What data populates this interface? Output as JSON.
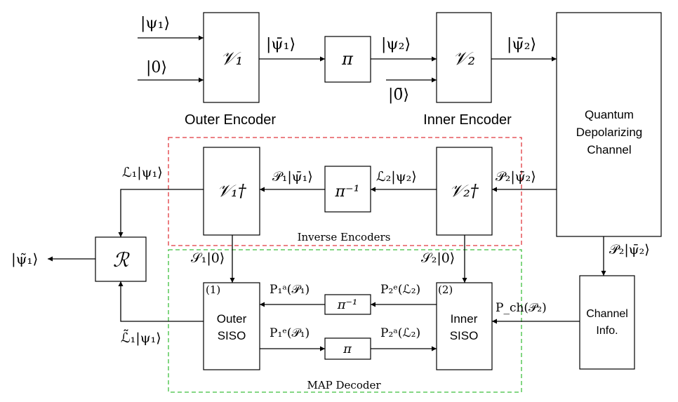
{
  "colors": {
    "inverse_encoders_border": "#e0383e",
    "map_decoder_border": "#3fbf3f",
    "line": "#000000"
  },
  "inputs": {
    "psi1": "|ψ₁⟩",
    "zero": "|0⟩"
  },
  "outer_encoder": {
    "symbol": "𝒱₁",
    "caption": "Outer Encoder"
  },
  "signals": {
    "psi1_bar": "|ψ̄₁⟩",
    "psi2": "|ψ₂⟩",
    "zero_bar": "|0̄⟩",
    "psi2_bar": "|ψ̄₂⟩",
    "P2_psi2_bar_in": "𝒫₂|ψ̄₂⟩",
    "P2_psi2_bar_down": "𝒫₂|ψ̄₂⟩",
    "L2_psi2": "ℒ₂|ψ₂⟩",
    "P1_psi1_bar": "𝒫₁|ψ̄₁⟩",
    "L1_psi1": "ℒ₁|ψ₁⟩",
    "output": "|ψ̃₁⟩",
    "S1_zero": "𝒮₁|0⟩",
    "S2_zero": "𝒮₂|0⟩",
    "L1_tilde_psi1": "ℒ̃₁|ψ₁⟩"
  },
  "interleaver": {
    "symbol": "π"
  },
  "deinterleaver": {
    "symbol": "π⁻¹"
  },
  "inner_encoder": {
    "symbol": "𝒱₂",
    "caption": "Inner Encoder"
  },
  "channel": {
    "lines": [
      "Quantum",
      "Depolarizing",
      "Channel"
    ]
  },
  "inverse_encoders": {
    "caption": "Inverse Encoders",
    "v1_dagger": "𝒱₁†",
    "v2_dagger": "𝒱₂†",
    "pi_inverse": "π⁻¹"
  },
  "recovery": {
    "symbol": "ℛ"
  },
  "map_decoder": {
    "caption": "MAP Decoder",
    "outer_siso": {
      "index": "(1)",
      "lines": [
        "Outer",
        "SISO"
      ]
    },
    "inner_siso": {
      "index": "(2)",
      "lines": [
        "Inner",
        "SISO"
      ]
    },
    "P1a": "P₁ᵃ(𝒫₁)",
    "P2e": "P₂ᵉ(ℒ₂)",
    "P1e": "P₁ᵉ(𝒫₁)",
    "P2a": "P₂ᵃ(ℒ₂)",
    "Pch": "P_ch(𝒫₂)"
  },
  "channel_info": {
    "lines": [
      "Channel",
      "Info."
    ]
  }
}
